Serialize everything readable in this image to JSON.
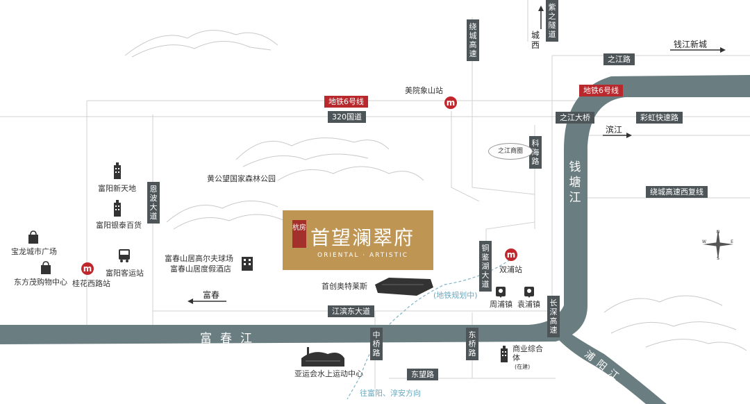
{
  "colors": {
    "river": "#6a7d80",
    "road": "#4d5558",
    "metro": "#b8282c",
    "brand": "#bf9553",
    "dashed": "#7fb4c8"
  },
  "brand": {
    "seal": "杭房",
    "title": "首望澜翠府",
    "subtitle": "ORIENTAL · ARTISTIC"
  },
  "rivers": {
    "fuchun": "富春江",
    "qiantang": "钱塘江",
    "puyang": "浦阳江"
  },
  "metro": {
    "line6_left": "地铁6号线",
    "line6_right": "地铁6号线"
  },
  "roads": {
    "r320": "320国道",
    "zhijiang": "之江路",
    "zhijiang_bridge": "之江大桥",
    "caihong": "彩虹快速路",
    "raocheng_xifu": "绕城高速西复线",
    "jiangbin_east": "江滨东大道",
    "dongwang": "东望路",
    "raocheng": "绕城高速",
    "ziziling": "紫之隧道",
    "kehai": "科海路",
    "enbo": "恩波大道",
    "tongjianhu": "铜鉴湖大道",
    "zhongqiao": "中桥路",
    "dongqiao": "东桥路",
    "changshen": "长深高速"
  },
  "directions": {
    "qianjiang": "钱江新城",
    "binjiang": "滨江",
    "fuchun": "富春",
    "chengxi": "城西",
    "to_fuyang": "往富阳、淳安方向"
  },
  "stations": {
    "meiyuan": "美院象山站",
    "shuangpu": "双浦站",
    "guihua": "桂花西路站"
  },
  "labels": {
    "huanggongwang": "黄公望国家森林公园",
    "zhijiang_circle": "之江商圈",
    "fuyang_xintiandi": "富阳新天地",
    "fuyang_yintai": "富阳银泰百货",
    "baolong": "宝龙城市广场",
    "dongfangmao": "东方茂购物中心",
    "fuyang_bus": "富阳客运站",
    "golf": "富春山居高尔夫球场",
    "resort": "富春山居度假酒店",
    "outlets": "首创奥特莱斯",
    "zhoupu": "周浦镇",
    "yuanpu": "袁浦镇",
    "commercial": "商业综合体",
    "commercial_note": "(在建)",
    "asian_games": "亚运会水上运动中心",
    "metro_plan": "(地铁规划中)"
  },
  "compass": {
    "n": "N",
    "s": "S",
    "e": "E",
    "w": "W"
  }
}
